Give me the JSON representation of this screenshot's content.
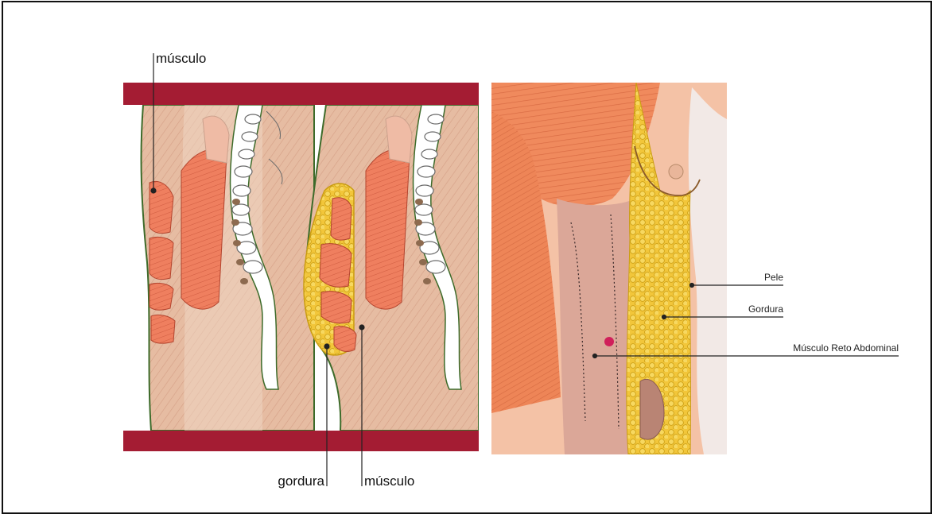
{
  "left_figure": {
    "label_top_muscle": "músculo",
    "label_fat": "gordura",
    "label_bottom_muscle": "músculo"
  },
  "right_figure": {
    "label_skin": "Pele",
    "label_fat": "Gordura",
    "label_rectus": "Músculo Reto Abdominal"
  },
  "colors": {
    "band": "#a41c33",
    "muscle": "#ef7f5f",
    "muscle_dark": "#d8563f",
    "skin": "#e6bca2",
    "fat": "#f2c63a",
    "fat_dark": "#c99c12",
    "spine": "#ffffff",
    "outline": "#3d6b2a"
  }
}
